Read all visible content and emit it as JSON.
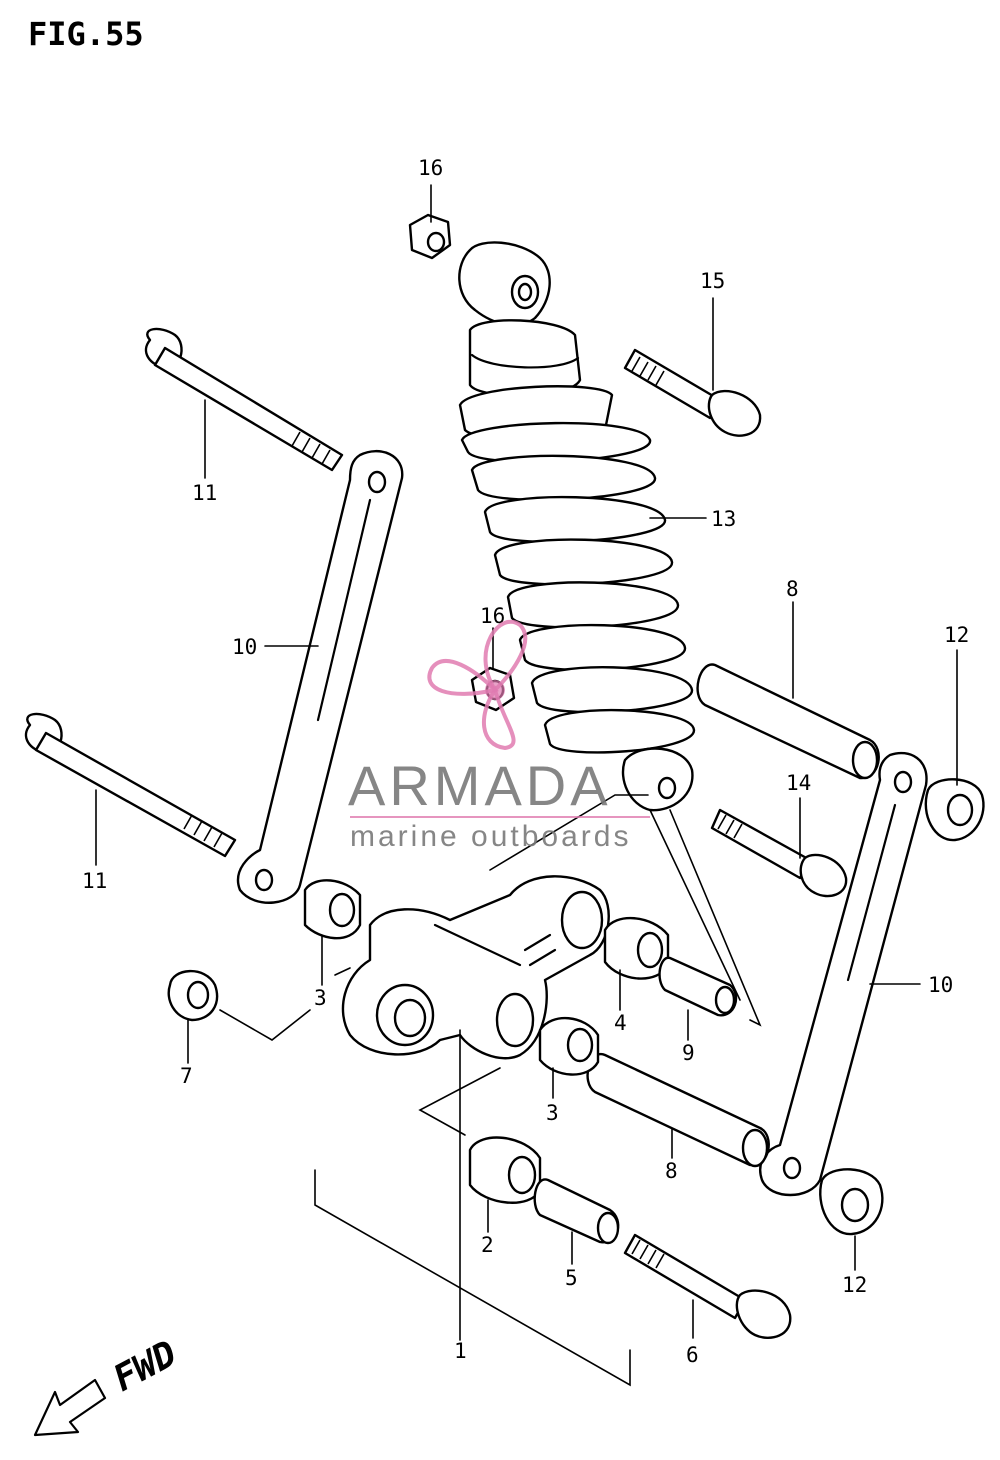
{
  "figure": {
    "title": "FIG.55",
    "direction_label": "FWD"
  },
  "watermark": {
    "brand": "ARMADA",
    "tagline": "marine outboards",
    "color": "#e07bb0"
  },
  "callouts": [
    {
      "id": "c16a",
      "text": "16"
    },
    {
      "id": "c15",
      "text": "15"
    },
    {
      "id": "c11a",
      "text": "11"
    },
    {
      "id": "c13",
      "text": "13"
    },
    {
      "id": "c10a",
      "text": "10"
    },
    {
      "id": "c16b",
      "text": "16"
    },
    {
      "id": "c8a",
      "text": "8"
    },
    {
      "id": "c12a",
      "text": "12"
    },
    {
      "id": "c14",
      "text": "14"
    },
    {
      "id": "c11b",
      "text": "11"
    },
    {
      "id": "c3a",
      "text": "3"
    },
    {
      "id": "c4",
      "text": "4"
    },
    {
      "id": "c9",
      "text": "9"
    },
    {
      "id": "c10b",
      "text": "10"
    },
    {
      "id": "c7",
      "text": "7"
    },
    {
      "id": "c3b",
      "text": "3"
    },
    {
      "id": "c8b",
      "text": "8"
    },
    {
      "id": "c2",
      "text": "2"
    },
    {
      "id": "c5",
      "text": "5"
    },
    {
      "id": "c12b",
      "text": "12"
    },
    {
      "id": "c1",
      "text": "1"
    },
    {
      "id": "c6",
      "text": "6"
    }
  ]
}
